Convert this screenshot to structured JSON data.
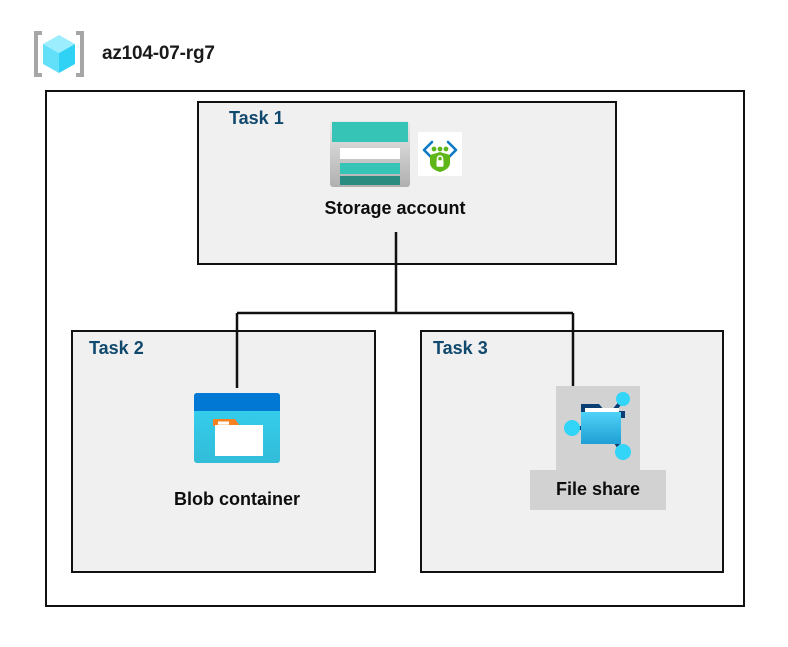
{
  "resource_group": {
    "icon": "resource-group-cube-icon",
    "name": "az104-07-rg7"
  },
  "diagram": {
    "type": "hierarchy",
    "tasks": [
      {
        "id": "task1",
        "label": "Task 1",
        "node_label": "Storage account",
        "icons": [
          "storage-account-icon",
          "secure-endpoint-shield-icon"
        ]
      },
      {
        "id": "task2",
        "label": "Task 2",
        "node_label": "Blob container",
        "icons": [
          "blob-container-icon"
        ]
      },
      {
        "id": "task3",
        "label": "Task 3",
        "node_label": "File share",
        "icons": [
          "file-share-icon"
        ]
      }
    ],
    "connections": [
      {
        "from": "Storage account",
        "to": "Blob container"
      },
      {
        "from": "Storage account",
        "to": "File share"
      }
    ]
  },
  "colors": {
    "task_label": "#11486e",
    "node_label": "#0d0d0d",
    "box_border": "#111111",
    "task_fill": "#f0f0f0",
    "connector": "#111111",
    "storage_teal": "#35c4b5",
    "storage_teal_dark": "#2a8b80",
    "blob_blue": "#0078d4",
    "blob_cyan": "#32c8ef",
    "blob_orange": "#f58220",
    "fileshare_blue": "#32b0e7",
    "fileshare_node": "#32d5f8",
    "shield_green": "#5fb618",
    "chevron_blue": "#0a7ac4",
    "cube_cyan": "#62e0fa",
    "bracket_gray": "#a6a6a6",
    "icon_backdrop_gray": "#d2d2d2"
  }
}
